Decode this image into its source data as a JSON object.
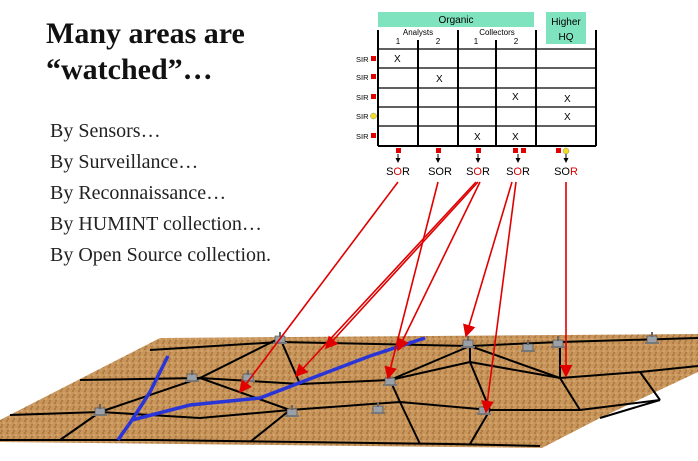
{
  "slide": {
    "title": "Many areas are “watched”…",
    "bullets": [
      "By Sensors…",
      "By Surveillance…",
      "By Reconnaissance…",
      "By HUMINT collection…",
      "By Open Source collection."
    ]
  },
  "matrix": {
    "group_organic": "Organic",
    "group_higher_line1": "Higher",
    "group_higher_line2": "HQ",
    "sub_analysts": "Analysts",
    "sub_collectors": "Collectors",
    "col_numbers": [
      "1",
      "2",
      "1",
      "2"
    ],
    "row_label": "SIR",
    "rows": [
      [
        "X",
        "",
        "",
        "",
        ""
      ],
      [
        "",
        "X",
        "",
        "",
        ""
      ],
      [
        "",
        "",
        "",
        "X",
        "X"
      ],
      [
        "",
        "",
        "",
        "",
        "X"
      ],
      [
        "",
        "",
        "X",
        "X",
        ""
      ]
    ],
    "outputs": [
      {
        "s": "S",
        "o": "O",
        "r": "R"
      },
      {
        "s": "S",
        "o": "O",
        "r": "R"
      },
      {
        "s": "S",
        "o": "O",
        "r": "R"
      },
      {
        "s": "S",
        "o": "O",
        "r": "R"
      },
      {
        "s": "S",
        "o": "O",
        "r": "R"
      }
    ]
  },
  "colors": {
    "header_fill": "#7fe3c0",
    "arrow": "#e00000",
    "terrain": "#c8955a",
    "grid_line": "#000000",
    "boundary_line": "#2a35d8",
    "marker_yellow": "#f0e020"
  }
}
